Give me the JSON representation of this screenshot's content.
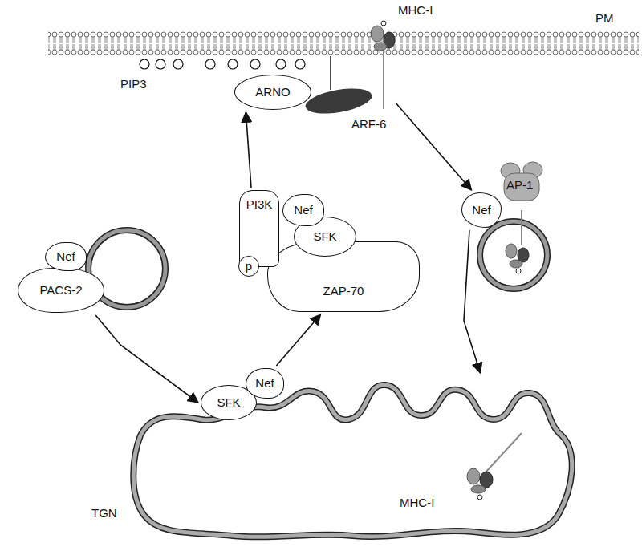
{
  "diagram": {
    "nodes": [
      {
        "text": [
          "ARNO"
        ]
      },
      {
        "text": [
          "ARF-6"
        ]
      },
      {
        "text": [
          "AP-1"
        ]
      },
      {
        "text": [
          "Nef"
        ]
      },
      {
        "text": [
          "Nef"
        ]
      },
      {
        "text": [
          "PACS-2"
        ]
      },
      {
        "text": [
          "PI3K"
        ]
      },
      {
        "text": [
          "Nef"
        ]
      },
      {
        "text": [
          "SFK"
        ]
      },
      {
        "text": [
          "p"
        ]
      },
      {
        "text": [
          "ZAP-70"
        ]
      },
      {
        "text": [
          "SFK"
        ]
      },
      {
        "text": [
          "Nef"
        ]
      },
      {
        "text": [
          "TGN"
        ]
      }
    ],
    "edges": [
      {
        "from": 6,
        "to": 0,
        "arrow": "to"
      },
      {
        "from": 1,
        "to": 3,
        "arrow": "to"
      },
      {
        "from": 3,
        "to": 13,
        "arrow": "to"
      },
      {
        "from": 5,
        "to": 11,
        "arrow": "to"
      },
      {
        "from": 12,
        "to": 10,
        "arrow": "to"
      }
    ],
    "labels": [
      "MHC-I",
      "PM",
      "PIP3",
      "MHC-I"
    ]
  }
}
